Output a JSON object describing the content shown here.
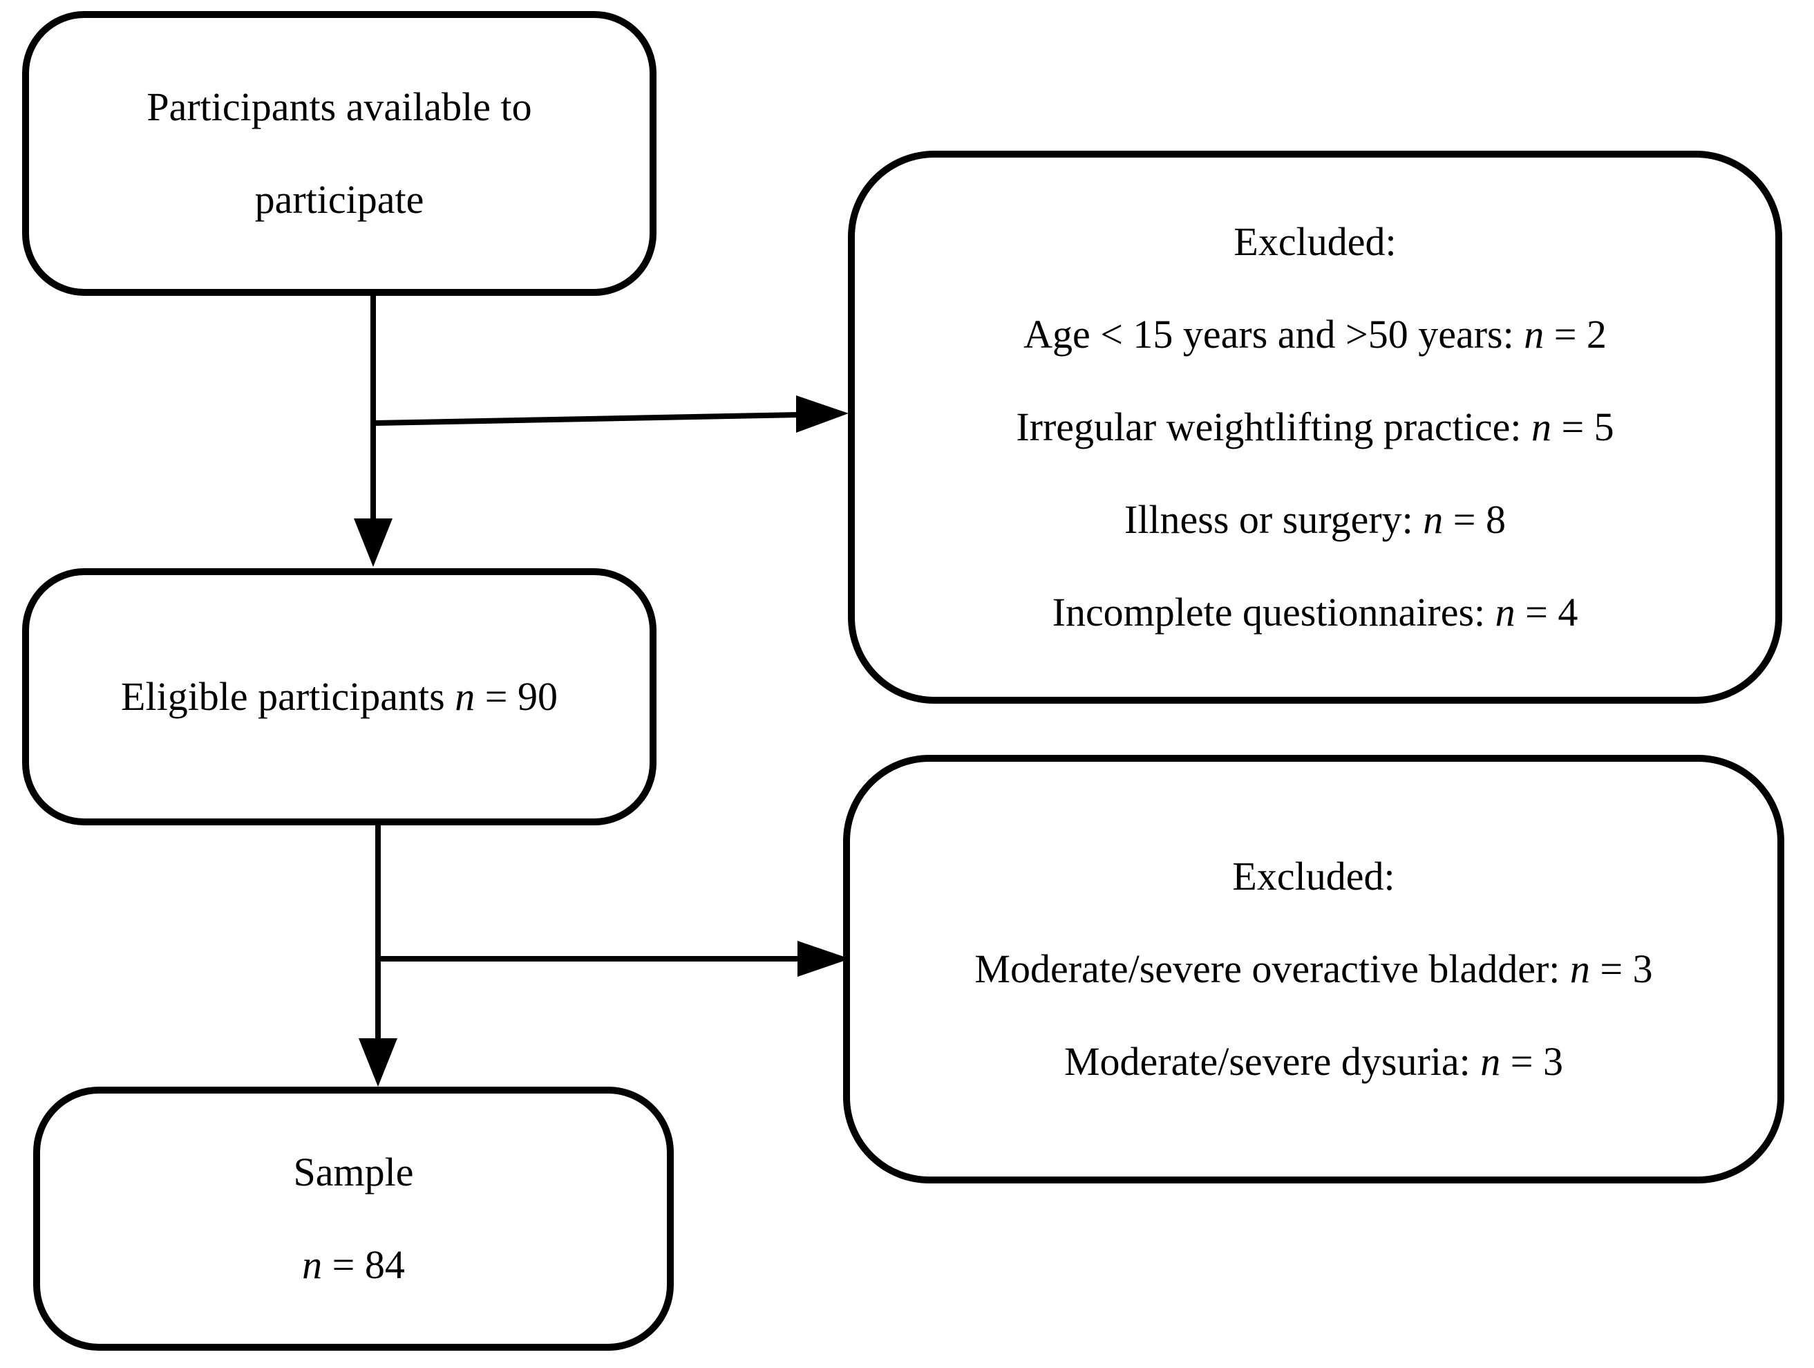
{
  "page": {
    "background_color": "#ffffff",
    "ink_color": "#000000",
    "description": "Participant flow diagram"
  },
  "boxes": {
    "participants": {
      "role": "source-node",
      "lines": [
        [
          {
            "t": "Participants available to"
          }
        ],
        [
          {
            "t": "participate"
          }
        ]
      ]
    },
    "excluded1": {
      "role": "exclusion-node",
      "lines": [
        [
          {
            "t": "Excluded:"
          }
        ],
        [
          {
            "t": "Age < 15 years and >50 years: "
          },
          {
            "t": "n",
            "i": true
          },
          {
            "t": " = 2"
          }
        ],
        [
          {
            "t": "Irregular weightlifting practice: "
          },
          {
            "t": "n",
            "i": true
          },
          {
            "t": " = 5"
          }
        ],
        [
          {
            "t": "Illness or surgery: "
          },
          {
            "t": "n",
            "i": true
          },
          {
            "t": " = 8"
          }
        ],
        [
          {
            "t": "Incomplete questionnaires: "
          },
          {
            "t": "n",
            "i": true
          },
          {
            "t": " = 4"
          }
        ]
      ]
    },
    "eligible": {
      "role": "intermediate-node",
      "lines": [
        [
          {
            "t": "Eligible participants "
          },
          {
            "t": "n",
            "i": true
          },
          {
            "t": " = 90"
          }
        ]
      ]
    },
    "excluded2": {
      "role": "exclusion-node",
      "lines": [
        [
          {
            "t": "Excluded:"
          }
        ],
        [
          {
            "t": "Moderate/severe overactive bladder: "
          },
          {
            "t": "n",
            "i": true
          },
          {
            "t": " = 3"
          }
        ],
        [
          {
            "t": "Moderate/severe dysuria: "
          },
          {
            "t": "n",
            "i": true
          },
          {
            "t": " = 3"
          }
        ]
      ]
    },
    "sample": {
      "role": "final-node",
      "lines": [
        [
          {
            "t": "Sample"
          }
        ],
        [
          {
            "t": "n",
            "i": true
          },
          {
            "t": " = 84"
          }
        ]
      ]
    }
  }
}
